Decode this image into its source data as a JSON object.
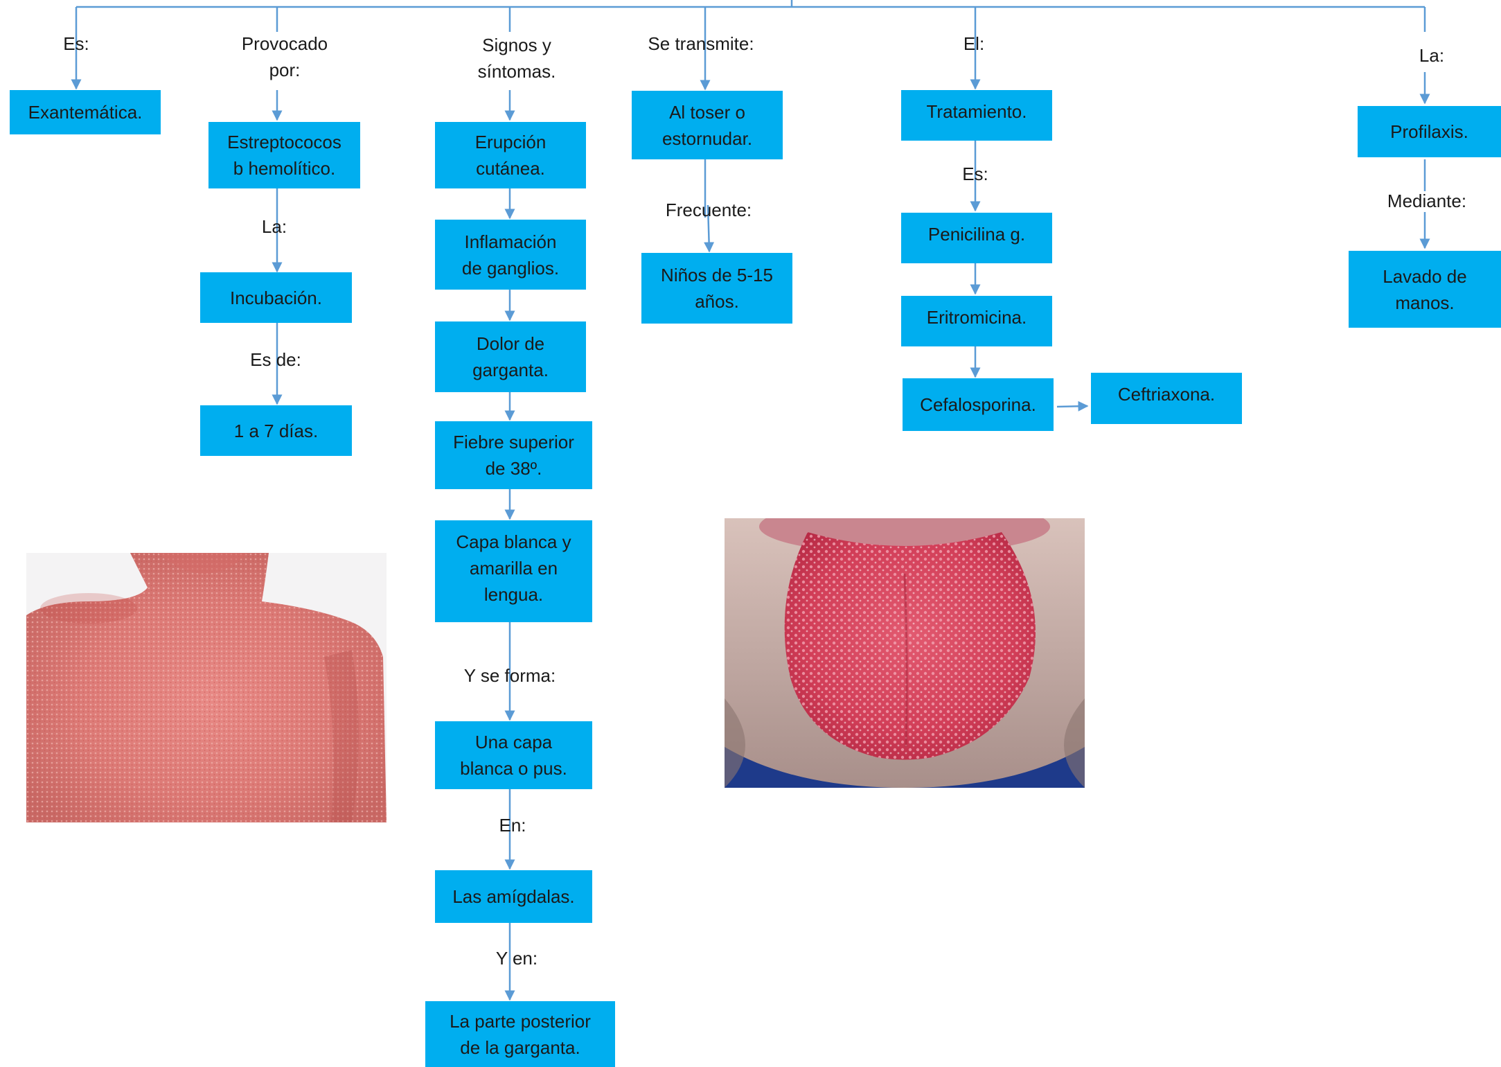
{
  "colors": {
    "box_fill": "#00aeef",
    "connector": "#5b9bd5",
    "text": "#1a1a1a"
  },
  "nodes": {
    "exantematica": "Exantemática.",
    "estreptococos": "Estreptococos\nb hemolítico.",
    "incubacion": "Incubación.",
    "dias": "1 a 7 días.",
    "erupcion": "Erupción\ncutánea.",
    "inflamacion": "Inflamación\nde ganglios.",
    "dolor": "Dolor de\ngarganta.",
    "fiebre": "Fiebre superior\nde 38º.",
    "capa_lengua": "Capa blanca y\namarilla en\nlengua.",
    "capa_pus": "Una capa\nblanca o pus.",
    "amigdalas": "Las amígdalas.",
    "posterior": "La parte posterior\nde la garganta.",
    "toser": "Al toser o\nestornudar.",
    "ninos": "Niños de 5-15\naños.",
    "tratamiento": "Tratamiento.",
    "penicilina": "Penicilina g.",
    "eritromicina": "Eritromicina.",
    "cefalosporina": "Cefalosporina.",
    "ceftriaxona": "Ceftriaxona.",
    "profilaxis": "Profilaxis.",
    "lavado": "Lavado de\nmanos."
  },
  "labels": {
    "es": "Es:",
    "provocado": "Provocado\npor:",
    "signos": "Signos y\nsíntomas.",
    "transmite": "Se transmite:",
    "el": "El:",
    "la_right": "La:",
    "la": "La:",
    "es_de": "Es de:",
    "frecuente": "Frecuente:",
    "es_trat": "Es:",
    "mediante": "Mediante:",
    "y_se_forma": "Y se forma:",
    "en": "En:",
    "y_en": "Y en:"
  },
  "images": {
    "rash_photo": "chest-rash-photo",
    "tongue_photo": "strawberry-tongue-photo"
  }
}
